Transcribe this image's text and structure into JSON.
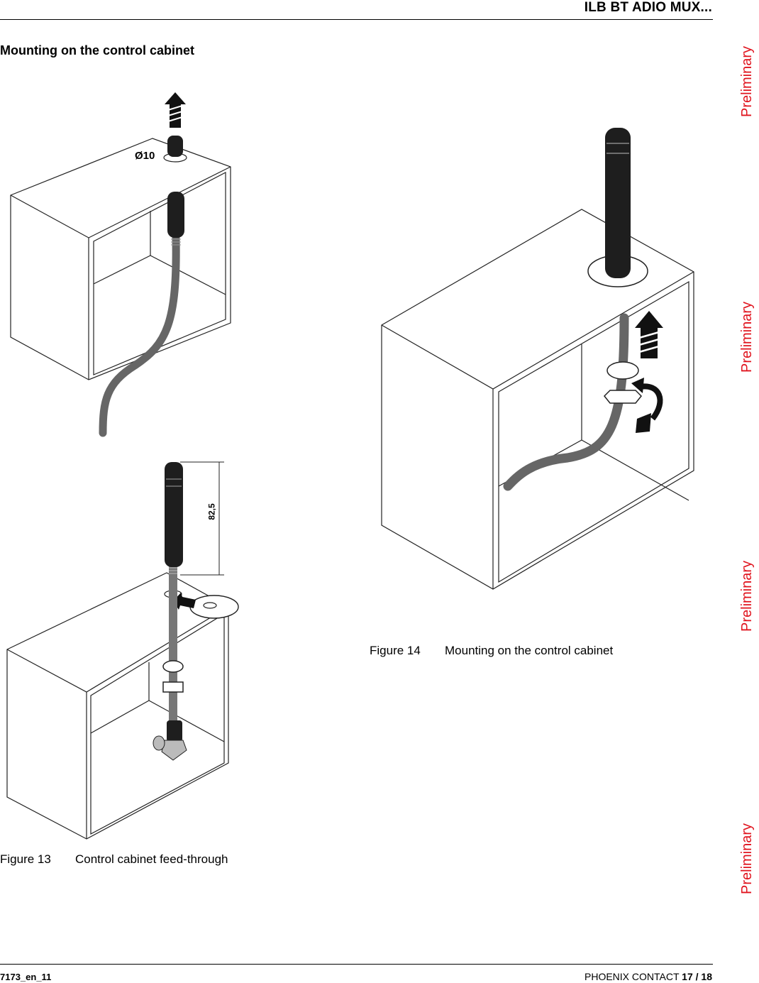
{
  "header": {
    "title": "ILB BT ADIO MUX..."
  },
  "section": {
    "heading": "Mounting on the control cabinet"
  },
  "figure13": {
    "number": "Figure 13",
    "caption": "Control cabinet feed-through",
    "diameter_label": "Ø10",
    "length_label": "82,5"
  },
  "figure14": {
    "number": "Figure 14",
    "caption": "Mounting on the control cabinet"
  },
  "footer": {
    "doc_code": "7173_en_11",
    "company": "PHOENIX CONTACT",
    "page": "17 / 18"
  },
  "watermark": {
    "text": "Preliminary"
  }
}
